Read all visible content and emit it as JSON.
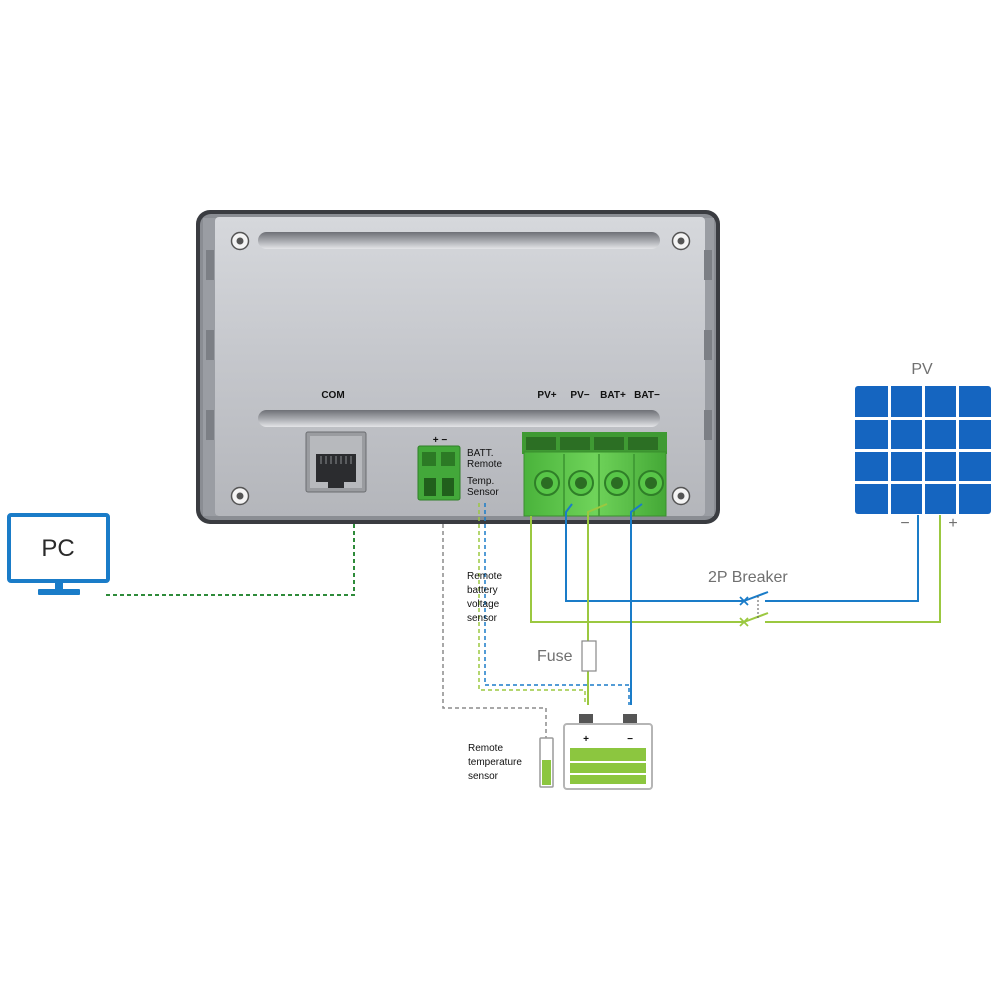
{
  "device": {
    "com_label": "COM",
    "plus_minus_label": "+ −",
    "batt_remote_lines": [
      "BATT.",
      "Remote"
    ],
    "temp_sensor_lines": [
      "Temp.",
      "Sensor"
    ],
    "terminals": [
      "PV+",
      "PV−",
      "BAT+",
      "BAT−"
    ]
  },
  "pc_label": "PC",
  "pv_label": "PV",
  "pv_minus": "−",
  "pv_plus": "+",
  "breaker_label": "2P Breaker",
  "fuse_label": "Fuse",
  "remote_battery_sensor_lines": [
    "Remote",
    "battery",
    "voltage",
    "sensor"
  ],
  "remote_temp_sensor_lines": [
    "Remote",
    "temperature",
    "sensor"
  ],
  "battery": {
    "plus": "+",
    "minus": "−"
  },
  "colors": {
    "blue": "#1a7cc8",
    "pv_blue": "#1565c0",
    "green": "#7bc043",
    "terminal_green": "#5cc44a",
    "dark_green": "#2e8b3a",
    "grey_dash": "#8c8c8c"
  }
}
